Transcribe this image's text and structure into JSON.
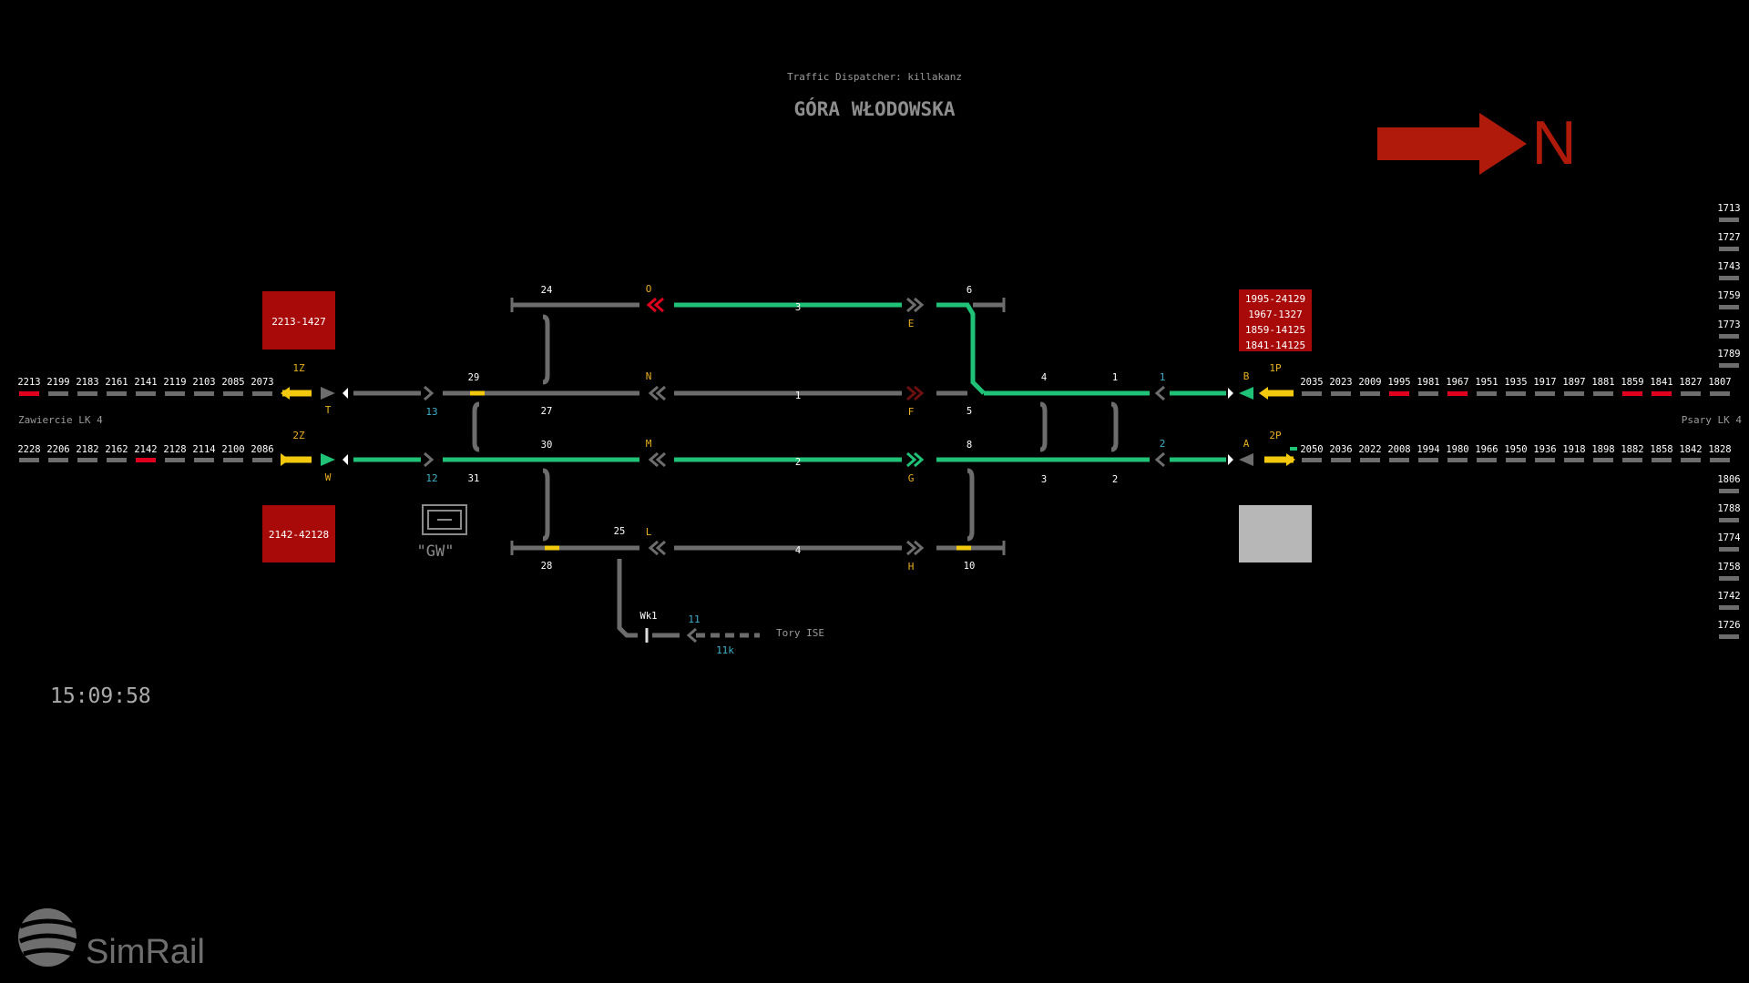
{
  "header": {
    "dispatcher": "Traffic Dispatcher: killakanz",
    "station": "GÓRA WŁODOWSKA"
  },
  "compass": {
    "label": "N",
    "color": "#b01a0a"
  },
  "clock": "15:09:58",
  "brand": "SimRail",
  "line_left": "Zawiercie LK 4",
  "line_right": "Psary LK 4",
  "left_blocks_top": [
    "2213",
    "2199",
    "2183",
    "2161",
    "2141",
    "2119",
    "2103",
    "2085",
    "2073"
  ],
  "left_blocks_top_occupied": [
    true,
    false,
    false,
    false,
    false,
    false,
    false,
    false,
    false
  ],
  "left_blocks_bottom": [
    "2228",
    "2206",
    "2182",
    "2162",
    "2142",
    "2128",
    "2114",
    "2100",
    "2086"
  ],
  "left_blocks_bottom_occupied": [
    false,
    false,
    false,
    false,
    true,
    false,
    false,
    false,
    false
  ],
  "right_blocks_top": [
    "2035",
    "2023",
    "2009",
    "1995",
    "1981",
    "1967",
    "1951",
    "1935",
    "1917",
    "1897",
    "1881",
    "1859",
    "1841",
    "1827",
    "1807"
  ],
  "right_blocks_top_occupied": [
    false,
    false,
    false,
    true,
    false,
    true,
    false,
    false,
    false,
    false,
    false,
    true,
    true,
    false,
    false
  ],
  "right_blocks_bottom": [
    "2050",
    "2036",
    "2022",
    "2008",
    "1994",
    "1980",
    "1966",
    "1950",
    "1936",
    "1918",
    "1898",
    "1882",
    "1858",
    "1842",
    "1828"
  ],
  "right_blocks_bottom_occupied": [
    false,
    false,
    false,
    false,
    false,
    false,
    false,
    false,
    false,
    false,
    false,
    false,
    false,
    false,
    false
  ],
  "far_right_top": [
    "1713",
    "1727",
    "1743",
    "1759",
    "1773",
    "1789"
  ],
  "far_right_bottom": [
    "1806",
    "1788",
    "1774",
    "1758",
    "1742",
    "1726"
  ],
  "train_boxes": {
    "left_top": "2213-1427",
    "left_bottom": "2142-42128",
    "right_top": [
      "1995-24129",
      "1967-1327",
      "1859-14125",
      "1841-14125"
    ]
  },
  "route_labels": {
    "r1z": "1Z",
    "r2z": "2Z",
    "r1p": "1P",
    "r2p": "2P",
    "gw": "\"GW\"",
    "tory": "Tory ISE",
    "wk1": "Wk1"
  },
  "signals": {
    "T": "T",
    "W": "W",
    "O": "O",
    "N": "N",
    "M": "M",
    "L": "L",
    "E": "E",
    "F": "F",
    "G": "G",
    "H": "H",
    "B": "B",
    "A": "A"
  },
  "track_numbers": {
    "t1": "1",
    "t2": "2",
    "t3": "3",
    "t4": "4"
  },
  "switches": {
    "s24": "24",
    "s29": "29",
    "s27": "27",
    "s30": "30",
    "s31": "31",
    "s25": "25",
    "s28": "28",
    "s6": "6",
    "s5": "5",
    "s8": "8",
    "s10": "10",
    "s4": "4",
    "s1": "1",
    "s3": "3",
    "s2": "2"
  },
  "cyan_labels": {
    "c13": "13",
    "c12": "12",
    "c1": "1",
    "c2": "2",
    "c11": "11",
    "c11k": "11k"
  },
  "colors": {
    "track": "#6d6d6d",
    "route": "#1fc276",
    "occupied": "#e0001e",
    "yellow": "#f2c90e",
    "signal_label": "#e8b020",
    "train_box": "#a80a0a"
  }
}
